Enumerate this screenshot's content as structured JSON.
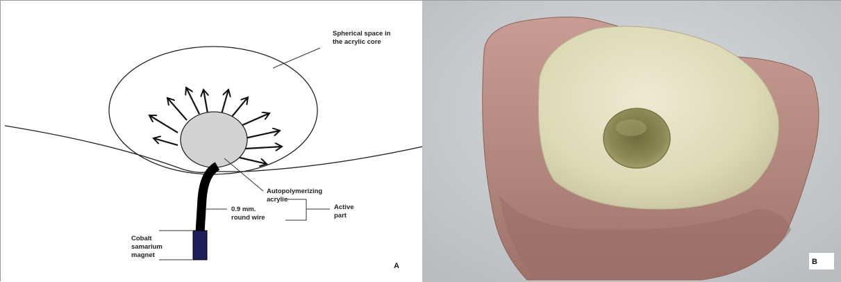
{
  "panel_a": {
    "letter": "A",
    "labels": {
      "spherical_space_line1": "Spherical space in",
      "spherical_space_line2": "the acrylic core",
      "autopolymerizing_line1": "Autopolymerizing",
      "autopolymerizing_line2": "acrylic",
      "wire_line1": "0.9 mm.",
      "wire_line2": "round wire",
      "active_line1": "Active",
      "active_line2": "part",
      "magnet_line1": "Cobalt",
      "magnet_line2": "samarium",
      "magnet_line3": "magnet"
    },
    "colors": {
      "ball_fill": "#d3d3d3",
      "wire": "#000000",
      "magnet": "#1f1f5c",
      "line": "#222222"
    }
  },
  "panel_b": {
    "letter": "B",
    "colors": {
      "background": "#cfd2d6",
      "base_pink": "#b98a80",
      "core": "#e4e1c2",
      "hole": "#8c8a55"
    }
  }
}
